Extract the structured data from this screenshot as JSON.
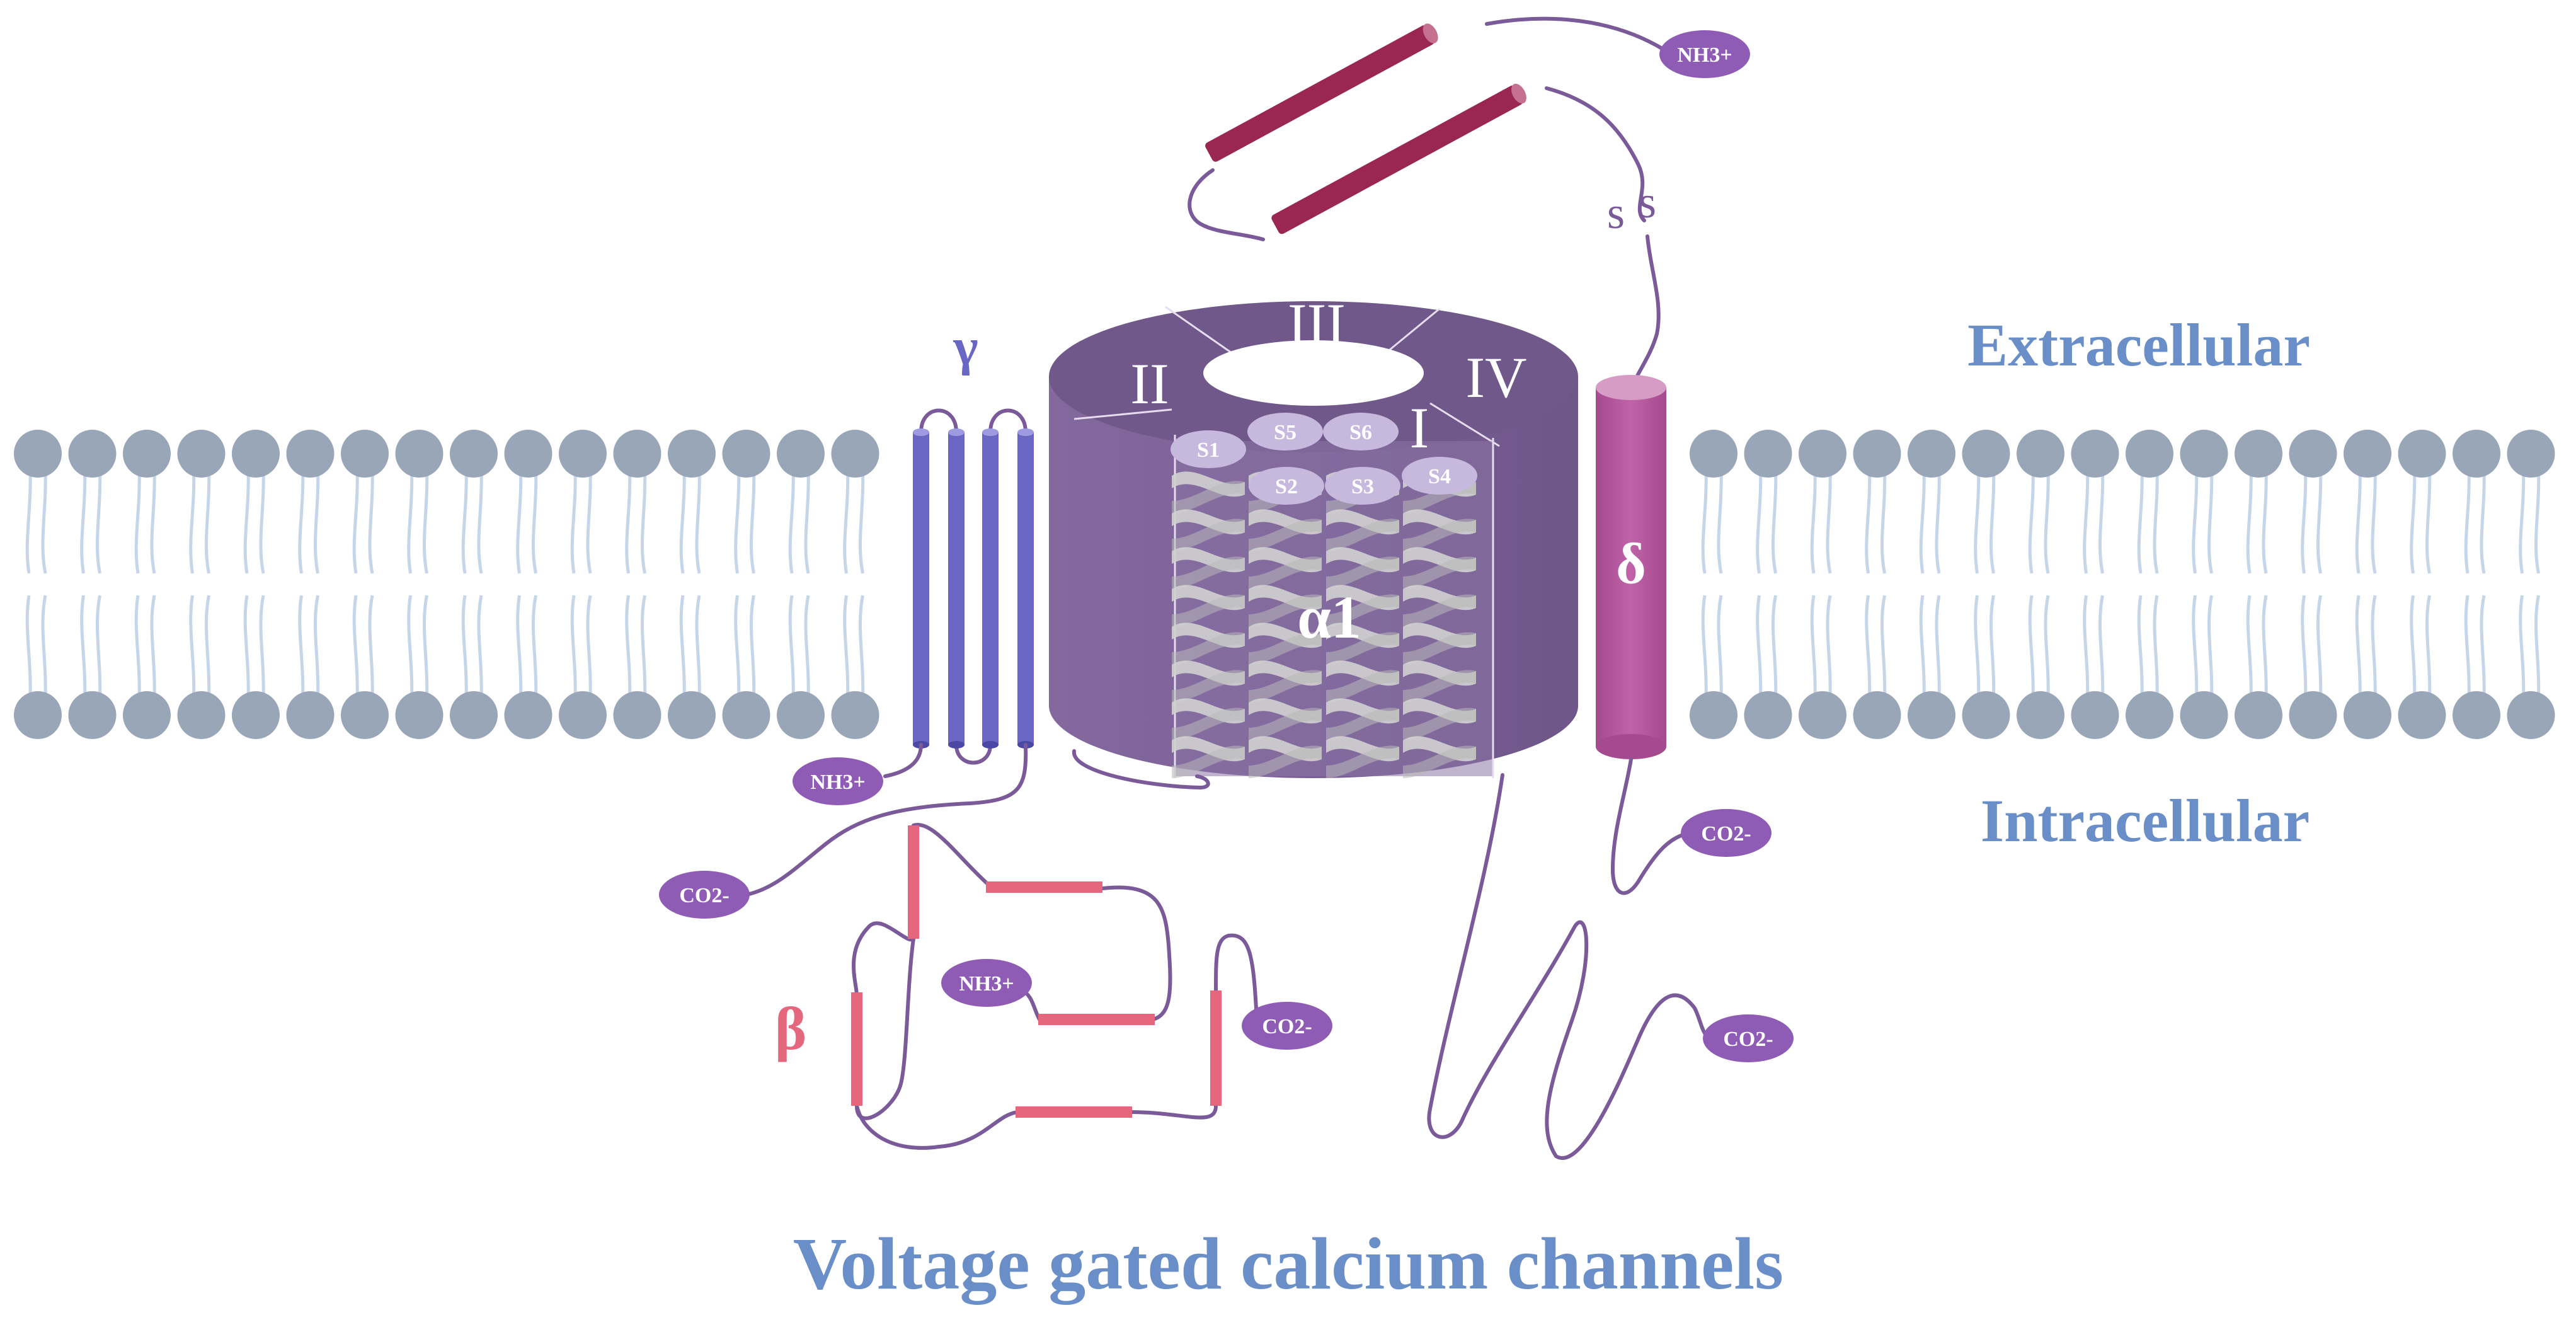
{
  "title": "Voltage gated calcium channels",
  "regions": {
    "extracellular": "Extracellular",
    "intracellular": "Intracellular"
  },
  "subunits": {
    "alpha1": "α1",
    "beta": "β",
    "gamma": "γ",
    "delta": "δ"
  },
  "domains": {
    "I": "I",
    "II": "II",
    "III": "III",
    "IV": "IV"
  },
  "segments": {
    "s1": "S1",
    "s2": "S2",
    "s3": "S3",
    "s4": "S4",
    "s5": "S5",
    "s6": "S6"
  },
  "disulfide": {
    "s_left": "s",
    "s_right": "s"
  },
  "termini": {
    "nh3": "NH3+",
    "co2": "CO2-"
  },
  "colors": {
    "membrane_head": "#98a6b8",
    "membrane_tail": "#c6d6e8",
    "alpha1_body": "#7d6497",
    "alpha1_top": "#6f5587",
    "gamma": "#6a66c4",
    "delta": "#b4539a",
    "beta": "#e5677e",
    "alpha2_rods": "#9c2850",
    "terminal_badge": "#8e5cb4",
    "label_blue": "#6a8fc8"
  }
}
